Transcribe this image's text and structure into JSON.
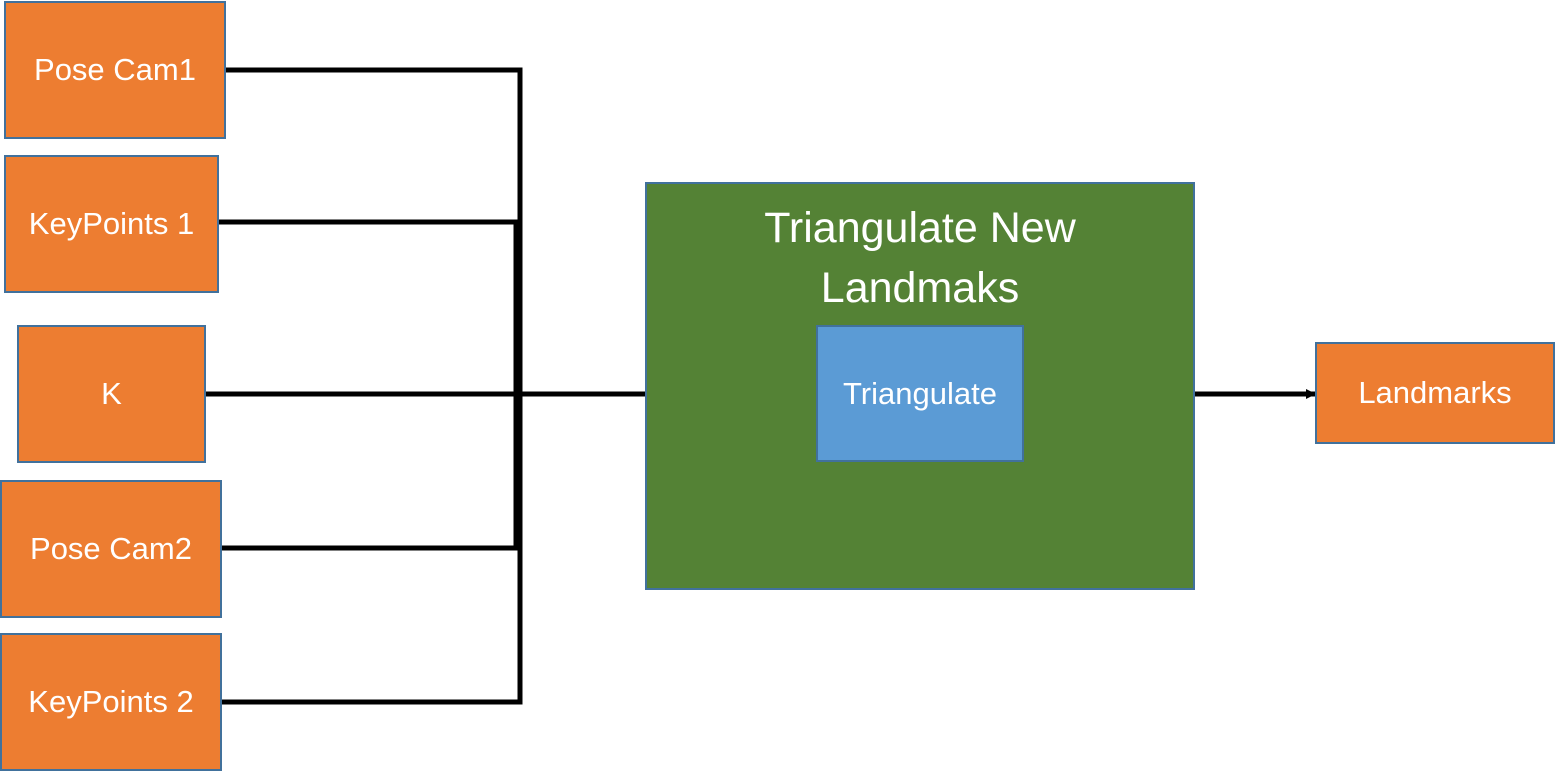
{
  "inputs": {
    "pose_cam1": "Pose Cam1",
    "keypoints1": "KeyPoints 1",
    "k": "K",
    "pose_cam2": "Pose Cam2",
    "keypoints2": "KeyPoints 2"
  },
  "group": {
    "title": "Triangulate New\nLandmaks",
    "process_label": "Triangulate"
  },
  "output": {
    "label": "Landmarks"
  },
  "colors": {
    "input_fill": "#ED7D31",
    "group_fill": "#548235",
    "process_fill": "#5B9BD5",
    "border": "#41719C",
    "wire": "#000000"
  }
}
